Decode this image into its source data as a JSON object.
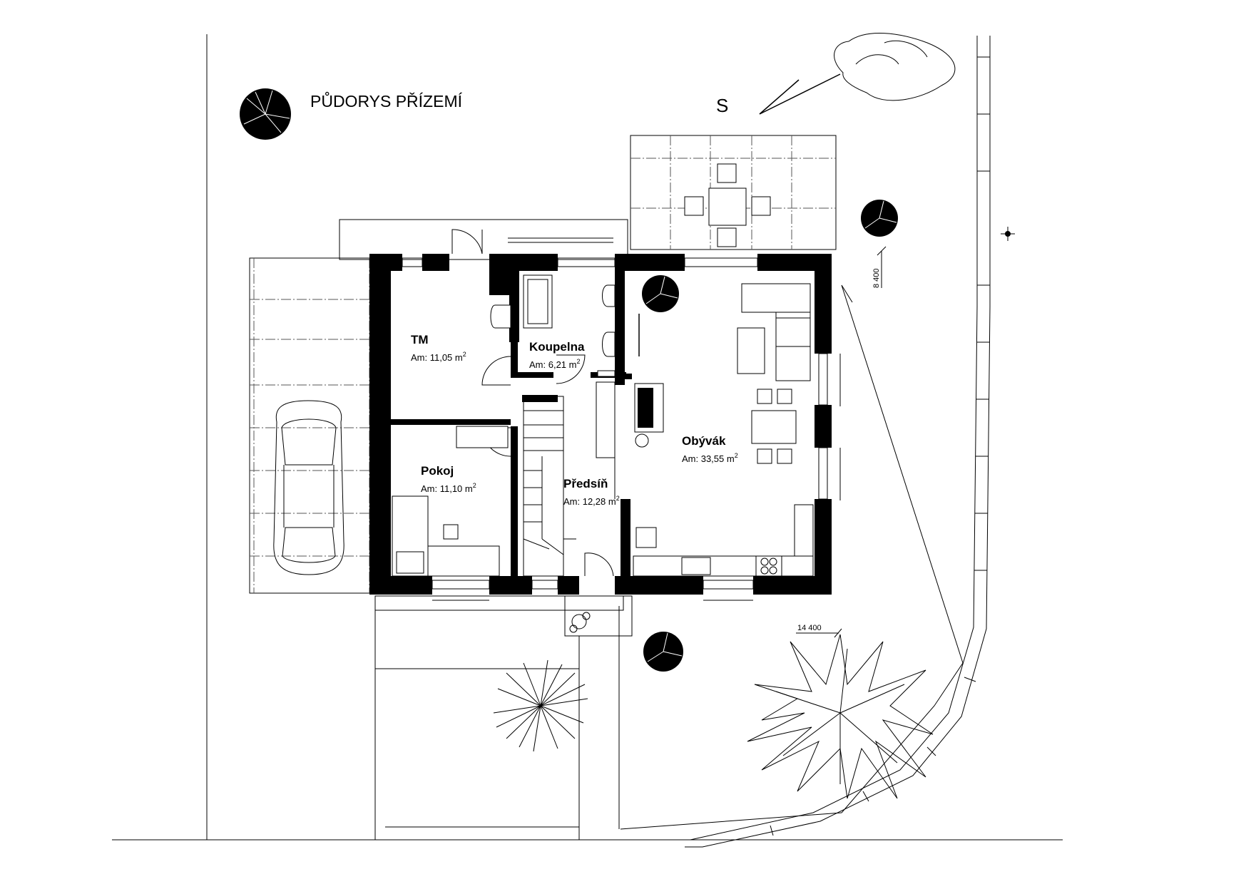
{
  "title": "PŮDORYS PŘÍZEMÍ",
  "north_label": "S",
  "rooms": [
    {
      "name": "TM",
      "area_prefix": "Am: 11,05 m",
      "area_unit_exp": "2"
    },
    {
      "name": "Koupelna",
      "area_prefix": "Am:  6,21 m",
      "area_unit_exp": "2"
    },
    {
      "name": "Pokoj",
      "area_prefix": "Am: 11,10 m",
      "area_unit_exp": "2"
    },
    {
      "name": "Předsíň",
      "area_prefix": "Am: 12,28 m",
      "area_unit_exp": "2"
    },
    {
      "name": "Obývák",
      "area_prefix": "Am: 33,55 m",
      "area_unit_exp": "2"
    }
  ],
  "dimensions": {
    "width": "14 400",
    "depth": "8 400"
  },
  "icons": [
    "tree-icon",
    "car-icon",
    "north-arrow-icon",
    "door-icon",
    "window-icon"
  ]
}
